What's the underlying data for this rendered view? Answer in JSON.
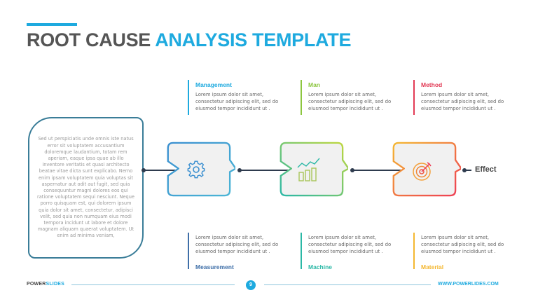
{
  "title": {
    "part1": "ROOT CAUSE",
    "part2": "ANALYSIS TEMPLATE"
  },
  "left_box": {
    "text": "Sed ut perspiciatis unde omnis iste natus error sit voluptatem accusantium doloremque laudantium, totam rem aperiam, eaque ipsa quae ab illo inventore veritatis et quasi architecto beatae vitae dicta sunt explicabo. Nemo enim ipsam voluptatem quia voluptas sit aspernatur aut odit aut fugit, sed quia consequuntur magni dolores eos qui ratione voluptatem sequi nesciunt. Neque porro quisquam est, qui dolorem ipsum quia dolor sit amet, consectetur, adipisci velit, sed quia non numquam eius modi tempora incidunt ut labore et dolore magnam aliquam quaerat voluptatem. Ut enim ad minima veniam,"
  },
  "causes_top": [
    {
      "label": "Management",
      "color": "#1eaadf",
      "text": "Lorem ipsum dolor sit amet, consectetur adipiscing elit, sed do eiusmod tempor incididunt ut ."
    },
    {
      "label": "Man",
      "color": "#8cc63f",
      "text": "Lorem ipsum dolor sit amet, consectetur adipiscing elit, sed do eiusmod tempor incididunt ut ."
    },
    {
      "label": "Method",
      "color": "#e23a55",
      "text": "Lorem ipsum dolor sit amet, consectetur adipiscing elit, sed do eiusmod tempor incididunt ut ."
    }
  ],
  "causes_bottom": [
    {
      "label": "Measurement",
      "color": "#3f6fa8",
      "text": "Lorem ipsum dolor sit amet, consectetur adipiscing elit, sed do eiusmod tempor incididunt ut ."
    },
    {
      "label": "Machine",
      "color": "#2bb8a6",
      "text": "Lorem ipsum dolor sit amet, consectetur adipiscing elit, sed do eiusmod tempor incididunt ut ."
    },
    {
      "label": "Material",
      "color": "#f4b730",
      "text": "Lorem ipsum dolor sit amet, consectetur adipiscing elit, sed do eiusmod tempor incididunt ut ."
    }
  ],
  "nodes": [
    {
      "icon": "gear-icon",
      "gradient": [
        "#3a8fd0",
        "#4cb7d6"
      ]
    },
    {
      "icon": "bar-chart-growth-icon",
      "gradient": [
        "#2bb8a6",
        "#c4d83a"
      ]
    },
    {
      "icon": "target-icon",
      "gradient": [
        "#f4b730",
        "#ee3a55"
      ]
    }
  ],
  "effect_label": "Effect",
  "footer": {
    "brand_a": "POWER",
    "brand_b": "SLIDES",
    "page": "9",
    "url": "WWW.POWERLIDES.COM"
  }
}
